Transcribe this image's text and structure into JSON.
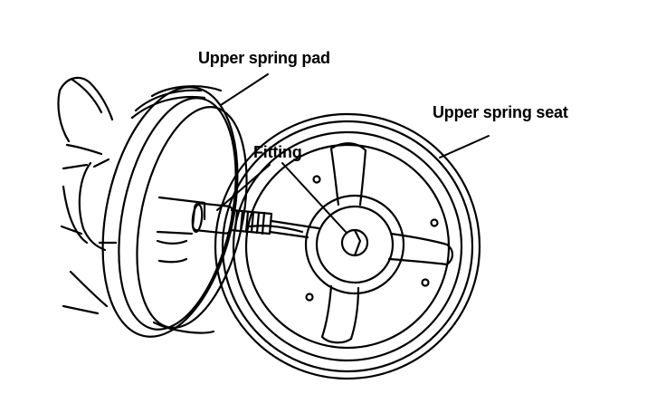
{
  "labels": {
    "upper_spring_pad": "Upper spring pad",
    "upper_spring_seat": "Upper spring seat",
    "fitting": "Fitting"
  },
  "colors": {
    "line": "#000000",
    "background": "#ffffff"
  }
}
